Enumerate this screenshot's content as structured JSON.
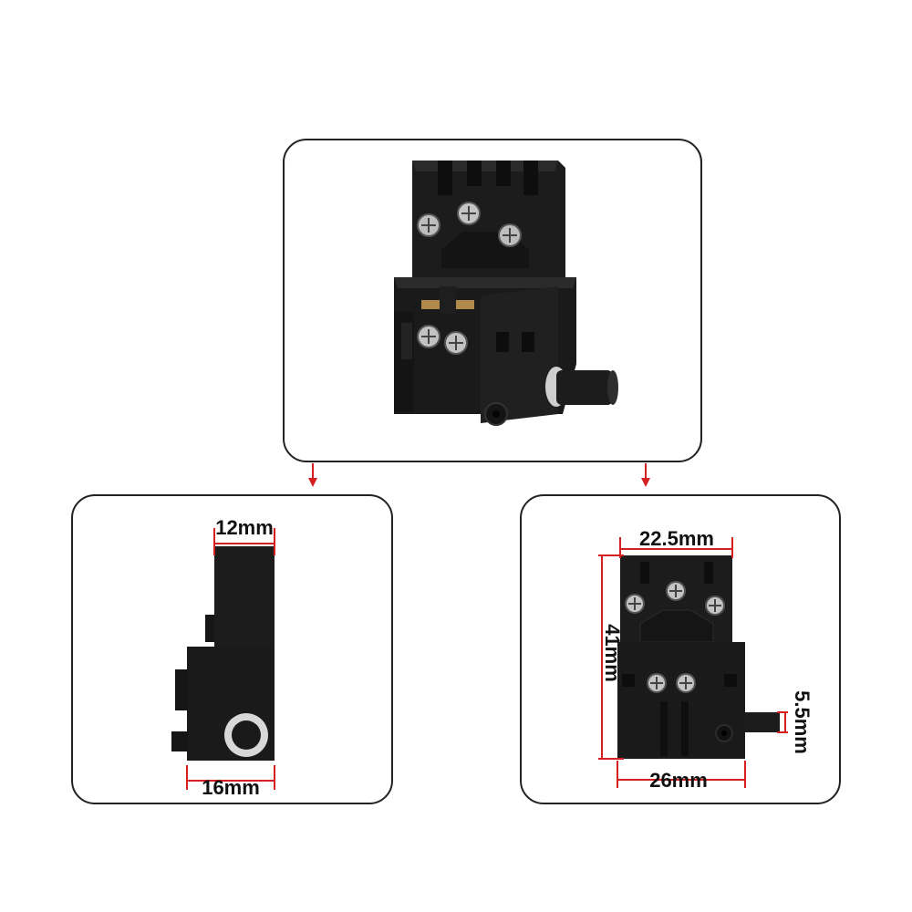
{
  "dimensions": {
    "side_top_width": "12mm",
    "side_bottom_width": "16mm",
    "front_top_width": "22.5mm",
    "front_height": "41mm",
    "front_bottom_width": "26mm",
    "button_diameter": "5.5mm"
  },
  "colors": {
    "switch_body": "#1c1c1c",
    "dimension_line": "#d42020",
    "arrow": "#d42020",
    "panel_border": "#222222"
  }
}
